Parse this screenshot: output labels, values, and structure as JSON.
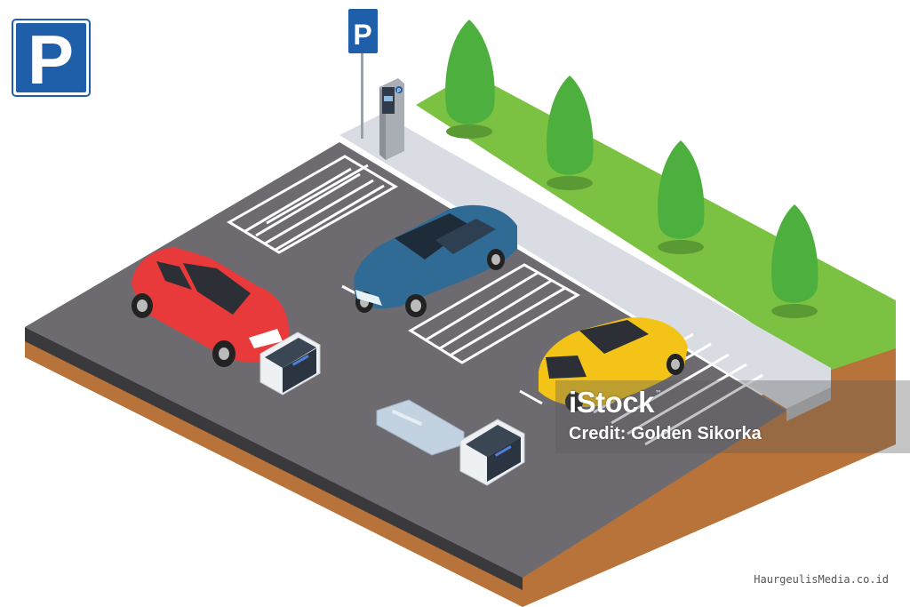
{
  "corner_sign": {
    "letter": "P",
    "color": "#1f5ea8"
  },
  "pole_sign": {
    "letter": "P",
    "color": "#1f5ea8"
  },
  "meter_sign": {
    "letter": "P"
  },
  "colors": {
    "asphalt": "#6d6b70",
    "grass": "#7cc242",
    "soil": "#b8733a",
    "sidewalk": "#d9dde3",
    "tree": "#4caf3e",
    "red_car": "#e83a3a",
    "blue_car": "#2f6b95",
    "yellow_car": "#f3c417"
  },
  "watermark": {
    "logo": "iStock",
    "trademark": "™",
    "credit": "Credit: Golden Sikorka"
  },
  "site_mark": "HaurgeulisMedia.co.id"
}
